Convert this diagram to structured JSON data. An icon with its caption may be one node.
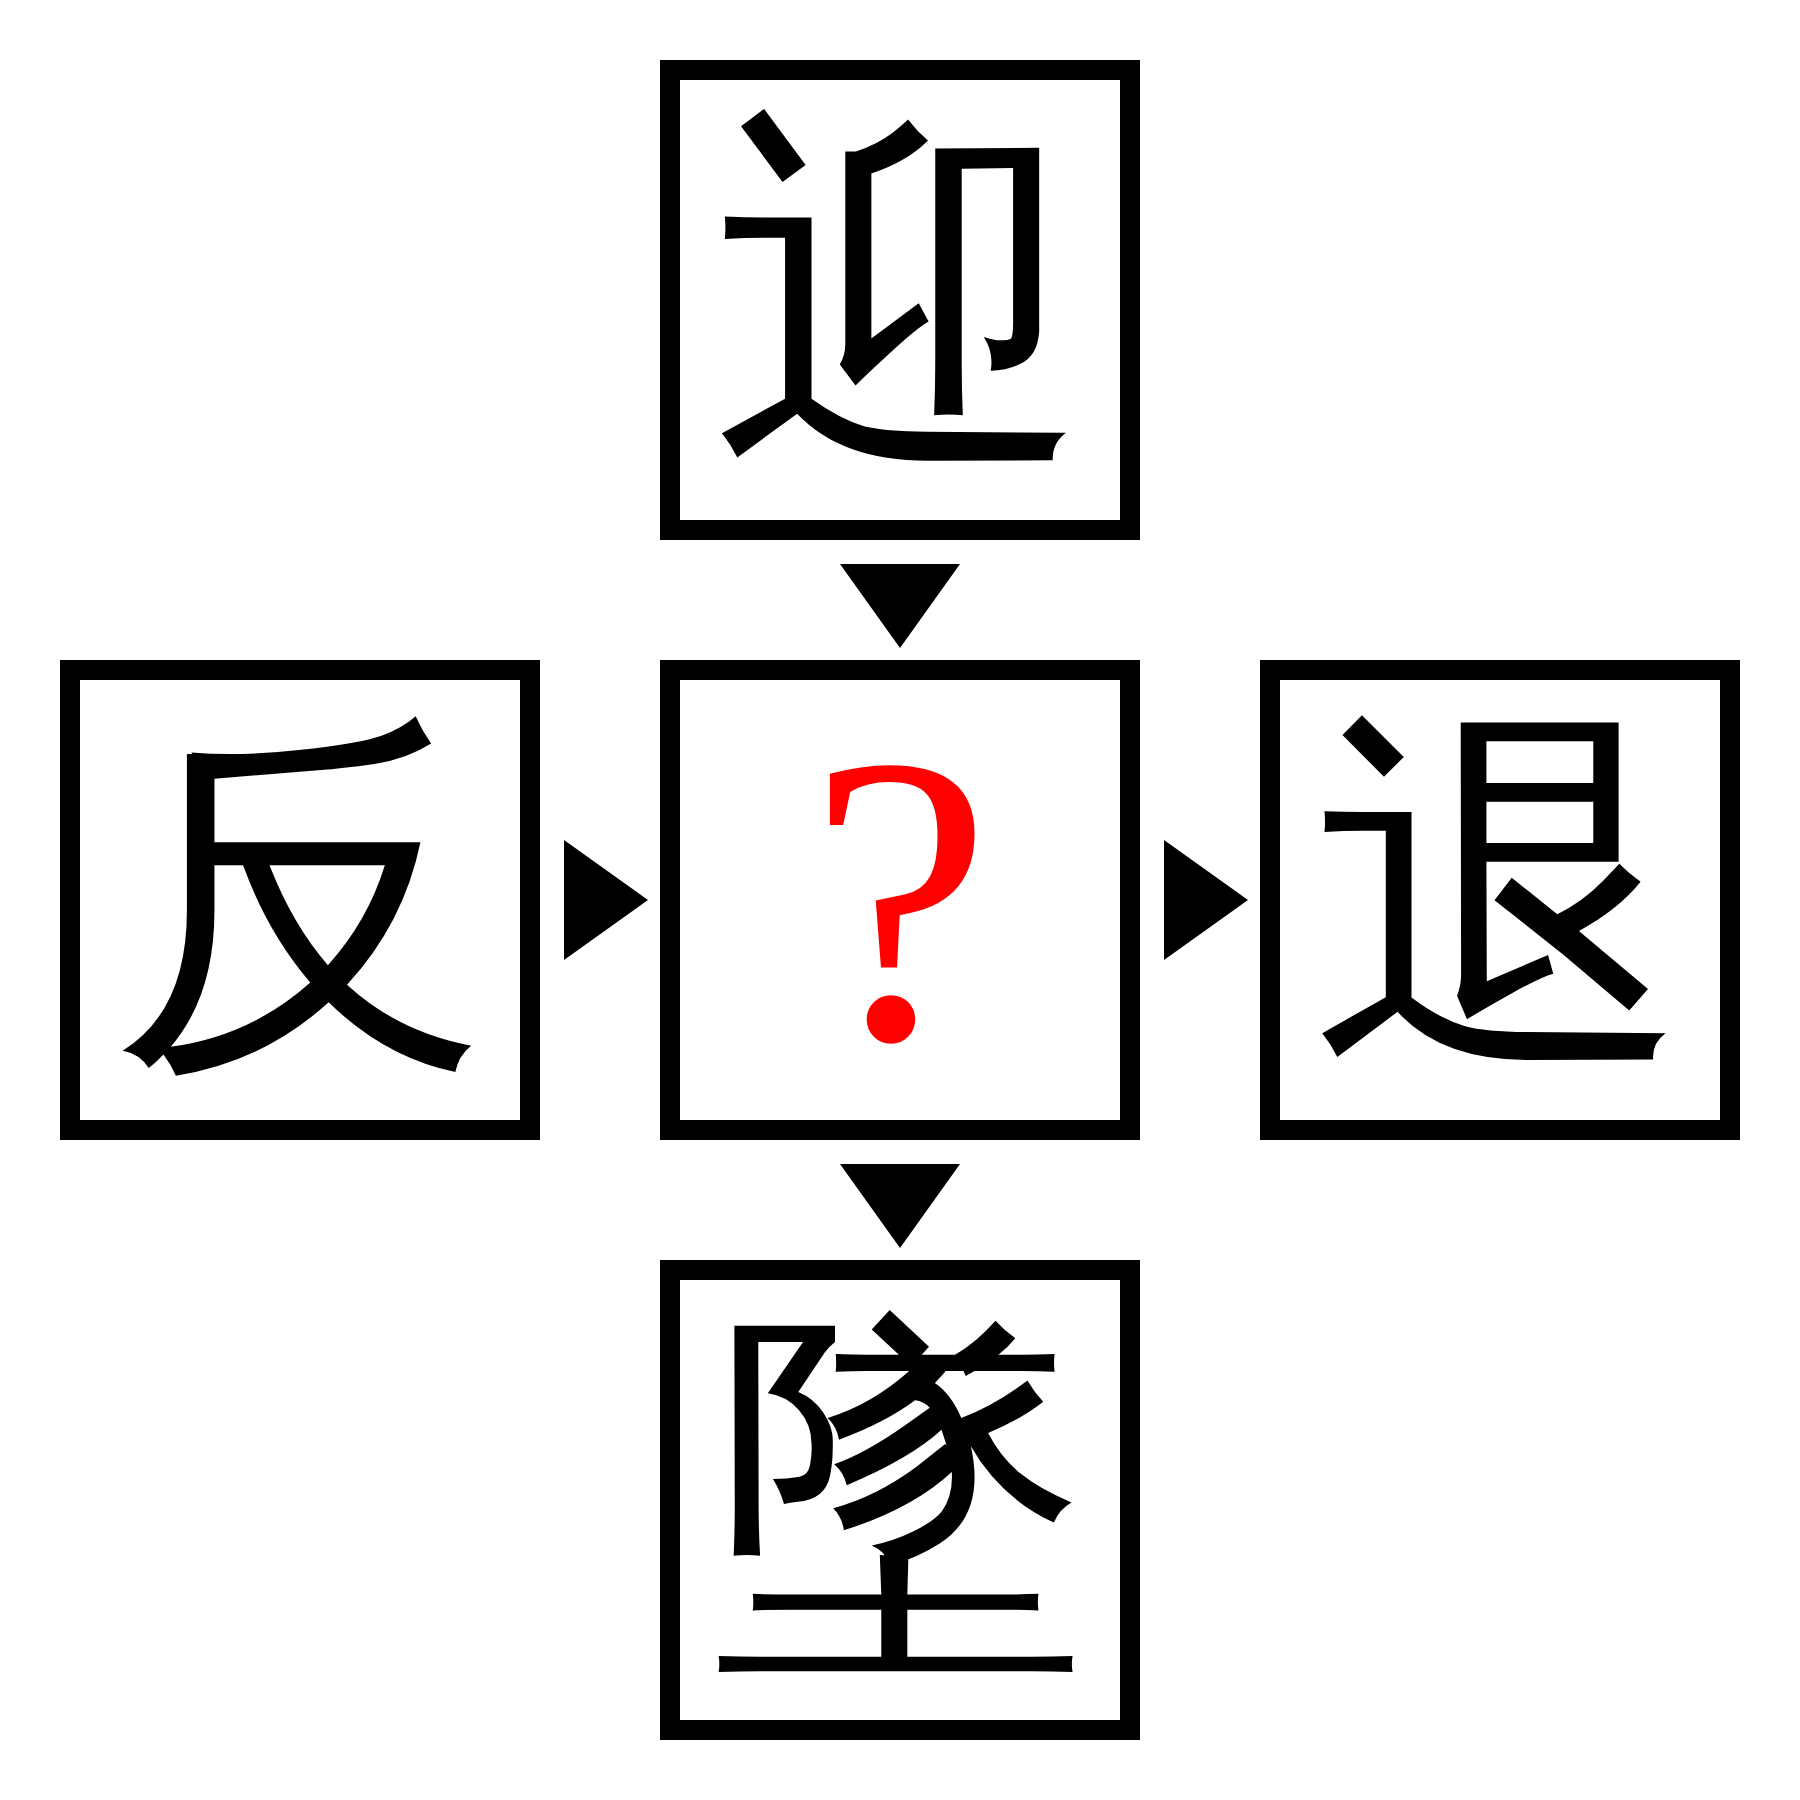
{
  "diagram": {
    "nodes": [
      {
        "text": [
          "迎"
        ]
      },
      {
        "text": [
          "反"
        ]
      },
      {
        "text": [
          "?"
        ]
      },
      {
        "text": [
          "退"
        ]
      },
      {
        "text": [
          "墜"
        ]
      }
    ],
    "edges": [
      {
        "from": 0,
        "to": 2,
        "arrow": "to"
      },
      {
        "from": 1,
        "to": 2,
        "arrow": "to"
      },
      {
        "from": 2,
        "to": 3,
        "arrow": "to"
      },
      {
        "from": 2,
        "to": 4,
        "arrow": "to"
      }
    ]
  }
}
